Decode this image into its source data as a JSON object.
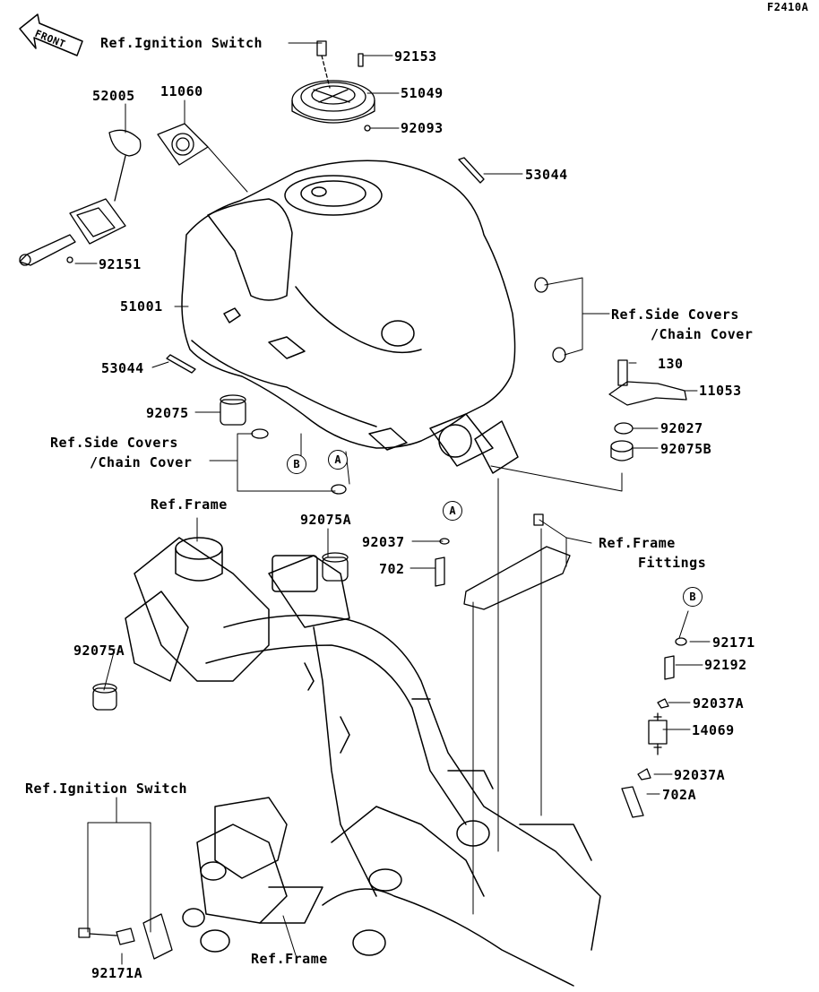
{
  "figure_code": "F2410A",
  "front_arrow": "FRONT",
  "labels": {
    "ref_ignition_top": "Ref.Ignition Switch",
    "p92153": "92153",
    "p51049": "51049",
    "p92093": "92093",
    "p53044_top": "53044",
    "p52005": "52005",
    "p11060": "11060",
    "p92151": "92151",
    "p51001": "51001",
    "p53044_left": "53044",
    "p92075": "92075",
    "ref_side_right_1": "Ref.Side Covers",
    "ref_side_right_2": "/Chain Cover",
    "p130": "130",
    "p11053": "11053",
    "p92027": "92027",
    "p92075B": "92075B",
    "ref_side_left_1": "Ref.Side Covers",
    "ref_side_left_2": "/Chain Cover",
    "ref_frame_top": "Ref.Frame",
    "p92075A_top": "92075A",
    "p92037": "92037",
    "p702": "702",
    "ref_frame_fittings_1": "Ref.Frame",
    "ref_frame_fittings_2": "Fittings",
    "p92075A_left": "92075A",
    "p92171": "92171",
    "p92192": "92192",
    "p92037A_1": "92037A",
    "p14069": "14069",
    "p92037A_2": "92037A",
    "p702A": "702A",
    "ref_ignition_bottom": "Ref.Ignition Switch",
    "p92171A": "92171A",
    "ref_frame_bottom": "Ref.Frame"
  },
  "markers": {
    "A1": "A",
    "B1": "B",
    "A2": "A",
    "B2": "B"
  }
}
